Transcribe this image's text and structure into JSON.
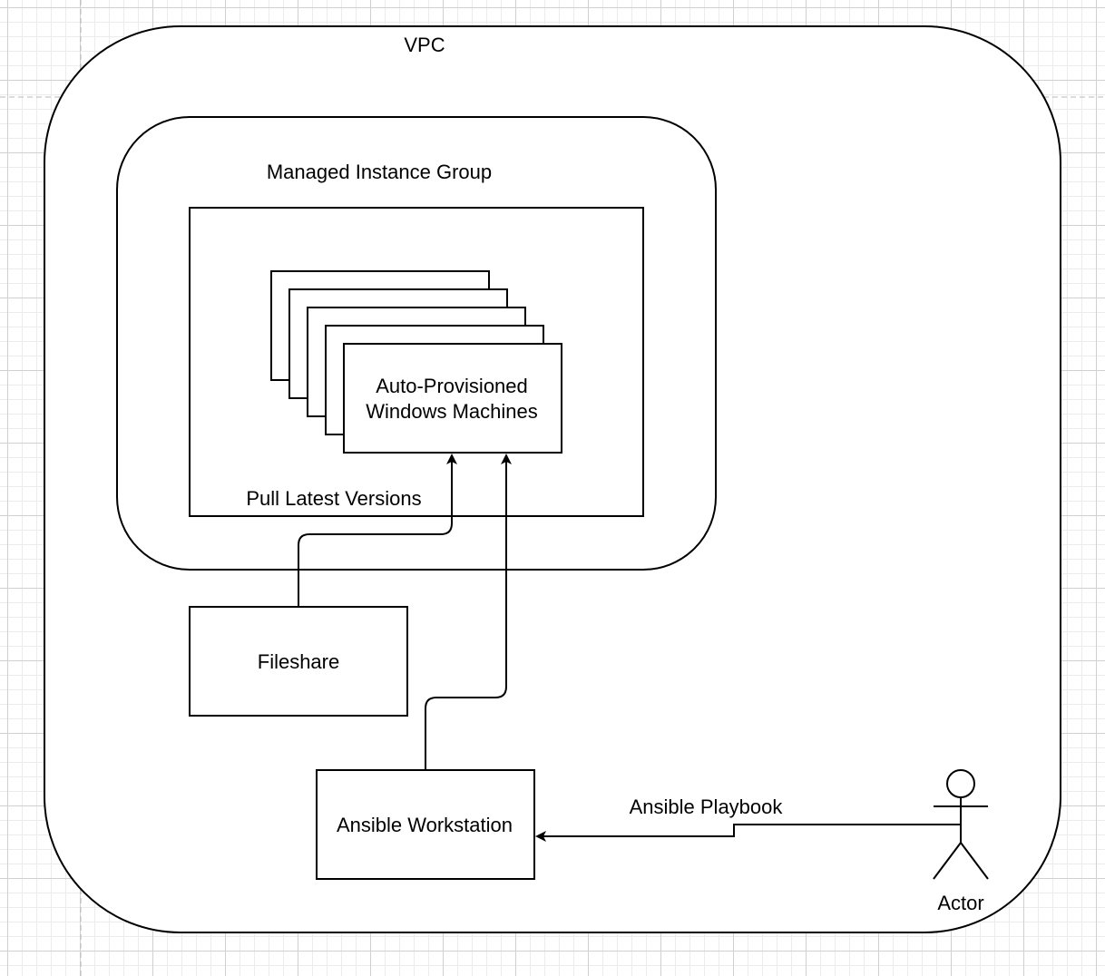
{
  "diagram": {
    "vpc_label": "VPC",
    "mig_label": "Managed Instance Group",
    "machines_label_line1": "Auto-Provisioned",
    "machines_label_line2": "Windows Machines",
    "pull_label": "Pull Latest Versions",
    "fileshare_label": "Fileshare",
    "ansible_ws_label": "Ansible Workstation",
    "playbook_label": "Ansible Playbook",
    "actor_label": "Actor"
  }
}
